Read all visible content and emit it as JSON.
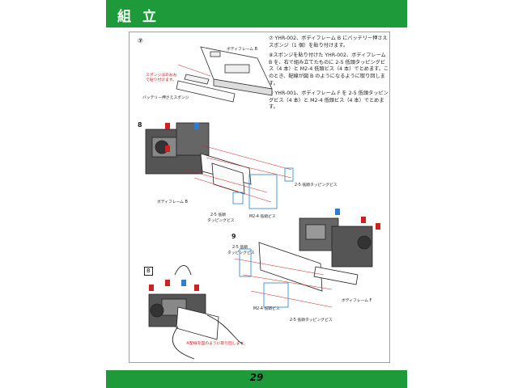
{
  "header": {
    "title": "組立"
  },
  "footer": {
    "page_number": "29"
  },
  "steps": {
    "s7": "⑦",
    "s8": "8",
    "s9": "9",
    "sB": "B"
  },
  "instructions": {
    "p7": "⑦ YHR-002、ボディフレーム B にバッテリー押さえスポンジ（1 個）を貼り付けます。",
    "p8": "⑧スポンジを貼り付けた YHR-002、ボディフレーム B を、右で組み立てたものに 2-5 低頭タッピングビス（4 本）と M2-4 低頭ビス（4 本）でとめます。このとき、配線が図 B のようになるように取り回します。",
    "p9": "⑨ YHR-001、ボディフレーム F を 2-5 低頭タッピングビス（4 本）と M2-4 低頭ビス（4 本）でとめます。"
  },
  "labels": {
    "frame_b_top": "ボディフレーム B",
    "sponge_note": "スポンジはあおおで貼り付けます。",
    "battery_sponge": "バッテリー押さえスポンジ",
    "tapping_screw_8a": "2-5 低頭タッピングビス",
    "frame_b_8": "ボディフレーム B",
    "tapping_screw_8b": "2-5 低頭",
    "tapping_screw_8b2": "タッピングビス",
    "m24_8": "M2-4 低頭ビス",
    "tapping_screw_9a": "2-5 低頭",
    "tapping_screw_9a2": "タッピングビス",
    "frame_f": "ボディフレーム F",
    "m24_9": "M2-4 低頭ビス",
    "tapping_screw_9b": "2-5 低頭タッピングビス",
    "wiring_note": "※配線を図のように取り回します。"
  },
  "colors": {
    "green": "#1f9a3a",
    "red": "#d02020",
    "blue": "#2a7fd0"
  }
}
